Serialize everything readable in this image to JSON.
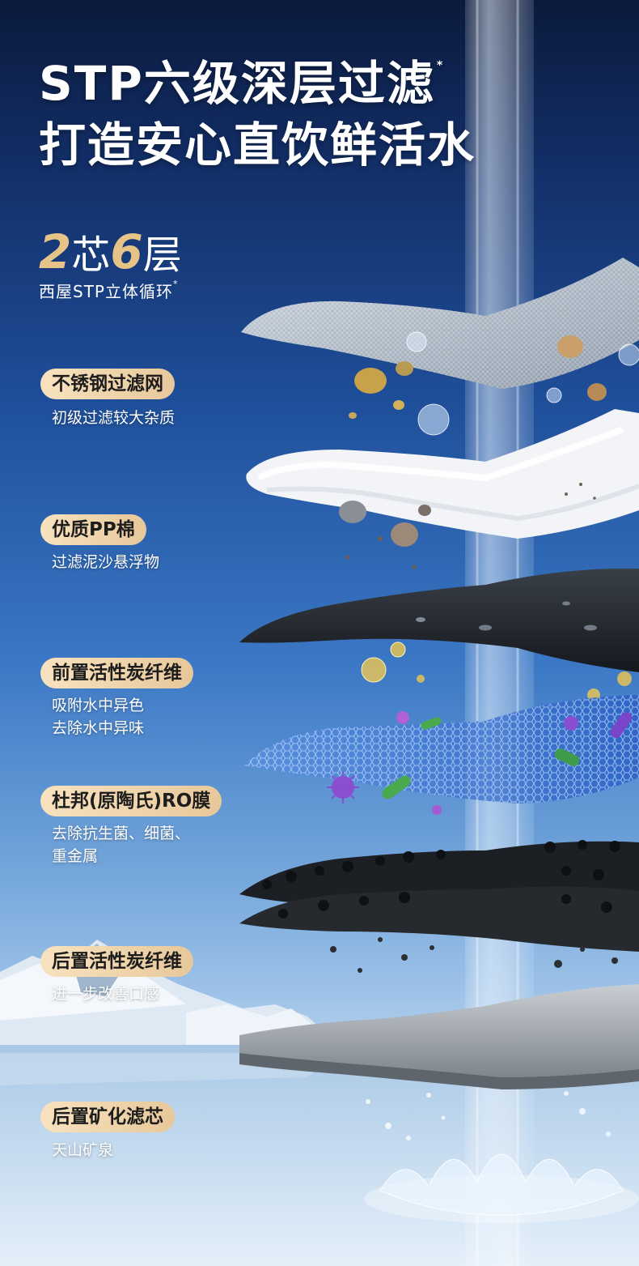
{
  "headline": {
    "line1": "STP六级深层过滤",
    "line1_mark": "*",
    "line2": "打造安心直饮鲜活水"
  },
  "subtitle": {
    "num1": "2",
    "word1": "芯",
    "num2": "6",
    "word2": "层",
    "tagline": "西屋STP立体循环",
    "tagline_mark": "*"
  },
  "layers": [
    {
      "title": "不锈钢过滤网",
      "desc": [
        "初级过滤较大杂质"
      ]
    },
    {
      "title": "优质PP棉",
      "desc": [
        "过滤泥沙悬浮物"
      ]
    },
    {
      "title": "前置活性炭纤维",
      "desc": [
        "吸附水中异色",
        "去除水中异味"
      ]
    },
    {
      "title": "杜邦(原陶氏)RO膜",
      "desc": [
        "去除抗生菌、细菌、",
        "重金属"
      ]
    },
    {
      "title": "后置活性炭纤维",
      "desc": [
        "进一步改善口感"
      ]
    },
    {
      "title": "后置矿化滤芯",
      "desc": [
        "天山矿泉"
      ]
    }
  ],
  "colors": {
    "label_bg_start": "#f8e2bf",
    "label_bg_end": "#e7c89a",
    "accent_gold": "#e6c488",
    "sky_top": "#0b1a3c",
    "sky_bottom": "#dbe9f6"
  }
}
